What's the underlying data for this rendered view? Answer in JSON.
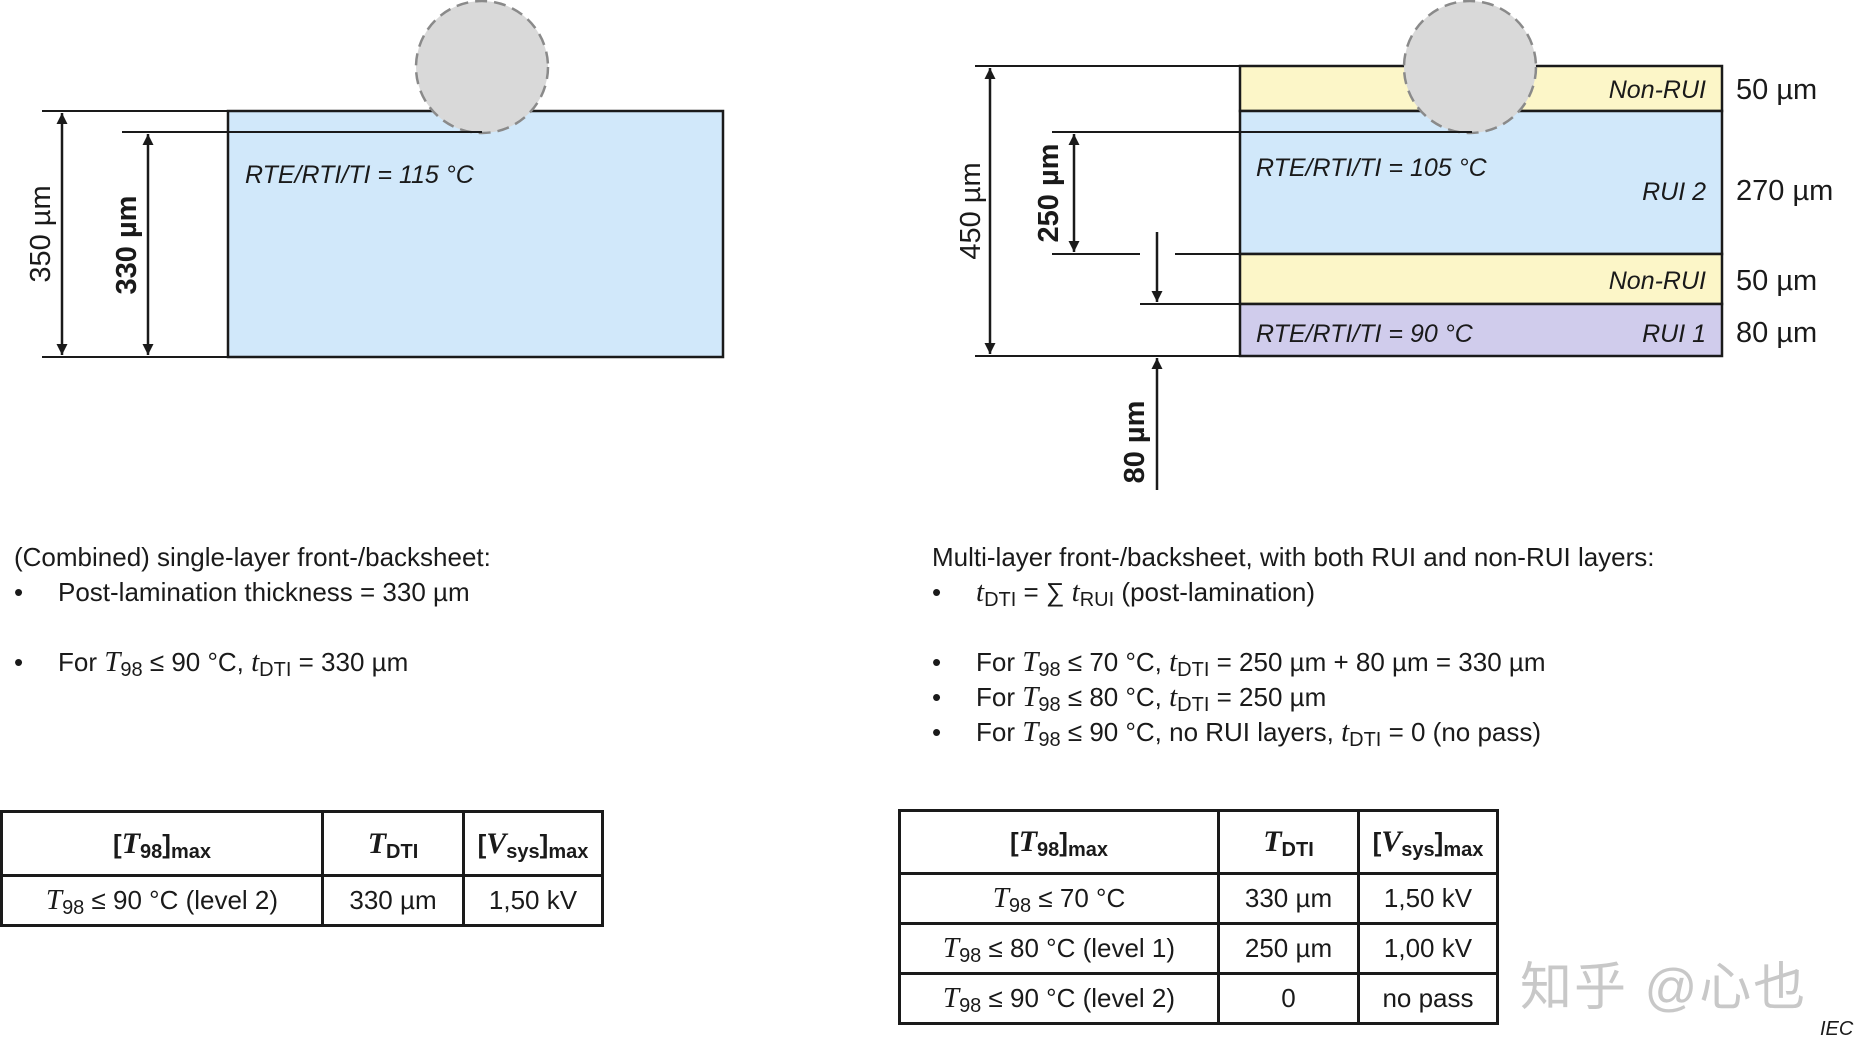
{
  "left": {
    "layer_label": "RTE/RTI/TI = 115 °C",
    "dim_total": "350 µm",
    "dim_dti": "330 µm",
    "caption": {
      "heading": "(Combined) single-layer front-/backsheet:",
      "bullet1": "Post-lamination thickness = 330 µm",
      "bullet2_prefix": "For ",
      "bullet2_mid": " ≤ 90 °C, ",
      "bullet2_suffix": " = 330 µm"
    },
    "table": {
      "headers": [
        "[T98]max",
        "TDTI",
        "[Vsys]max"
      ],
      "rows": [
        {
          "t98": "≤ 90 °C (level 2)",
          "tdti": "330 µm",
          "vsys": "1,50 kV"
        }
      ]
    }
  },
  "right": {
    "layers": [
      {
        "name": "Non-RUI",
        "rte": "",
        "thickness": "50 µm",
        "color": "#FCF6C8"
      },
      {
        "name": "RUI 2",
        "rte": "RTE/RTI/TI = 105 °C",
        "thickness": "270 µm",
        "color": "#D1E8FA"
      },
      {
        "name": "Non-RUI",
        "rte": "",
        "thickness": "50 µm",
        "color": "#FCF6C8"
      },
      {
        "name": "RUI 1",
        "rte": "RTE/RTI/TI = 90 °C",
        "thickness": "80 µm",
        "color": "#D0CCEC"
      }
    ],
    "dim_total": "450 µm",
    "dim_rui2": "250 µm",
    "dim_rui1": "80 µm",
    "caption": {
      "heading": "Multi-layer front-/backsheet, with both RUI and non-RUI layers:",
      "bullet1_eq": " = ∑ ",
      "bullet1_suffix": " (post-lamination)",
      "bullet2_mid": " ≤ 70 °C, ",
      "bullet2_suffix": " = 250 µm + 80 µm = 330 µm",
      "bullet3_mid": " ≤ 80 °C, ",
      "bullet3_suffix": " = 250 µm",
      "bullet4_mid": " ≤ 90 °C, no RUI layers, ",
      "bullet4_suffix": " = 0 (no pass)",
      "for": "For "
    },
    "table": {
      "rows": [
        {
          "t98": "≤ 70 °C",
          "tdti": "330 µm",
          "vsys": "1,50 kV"
        },
        {
          "t98": "≤ 80 °C (level 1)",
          "tdti": "250 µm",
          "vsys": "1,00 kV"
        },
        {
          "t98": "≤ 90 °C (level 2)",
          "tdti": "0",
          "vsys": "no pass"
        }
      ]
    }
  },
  "symbols": {
    "T": "T",
    "t": "t",
    "V": "V",
    "sub98": "98",
    "subDTI": "DTI",
    "subRUI": "RUI",
    "subsys": "sys",
    "submax": "max",
    "lbr": "[",
    "rbr": "]"
  },
  "footer": {
    "iec": "IEC",
    "watermark": "知乎 @心也"
  },
  "colors": {
    "blue_layer": "#D1E8FA",
    "yellow_layer": "#FCF6C8",
    "purple_layer": "#D0CCEC",
    "probe": "#D9D9D9"
  }
}
